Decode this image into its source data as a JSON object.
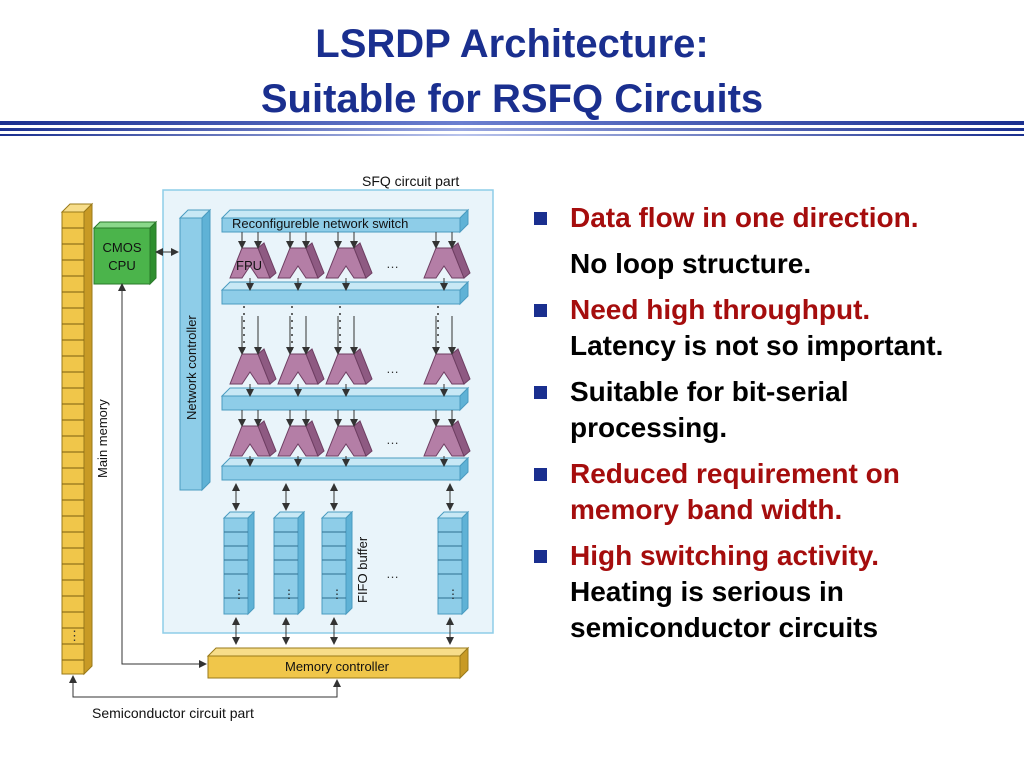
{
  "title": {
    "line1": "LSRDP Architecture:",
    "line2": "Suitable for RSFQ Circuits"
  },
  "diagram": {
    "sfq_label": "SFQ circuit part",
    "network_switch": "Reconfigureble network switch",
    "fpu": "FPU",
    "cmos_line1": "CMOS",
    "cmos_line2": "CPU",
    "network_controller": "Network controller",
    "main_memory": "Main memory",
    "fifo_buffer": "FIFO buffer",
    "memory_controller": "Memory controller",
    "semiconductor_label": "Semiconductor circuit part",
    "ellipsis": "…",
    "vdots": "⋮"
  },
  "bullets": [
    {
      "red": "Data flow in one direction.",
      "black": ""
    },
    {
      "red": "Need high throughput.",
      "black": "Latency is not so important."
    },
    {
      "red": "",
      "black": "Suitable for bit-serial processing."
    },
    {
      "red": "Reduced requirement on memory band width.",
      "black": ""
    },
    {
      "red": "High switching activity.",
      "black": "Heating is serious in semiconductor circuits"
    }
  ],
  "sub_note": "No loop structure.",
  "colors": {
    "title": "#1a2f8f",
    "red_text": "#a50d0d",
    "bullet_square": "#1a2f8f",
    "sfq_panel": "#e9f4fa",
    "bus": "#8ecde8",
    "memory": "#f0c64a",
    "cmos": "#4bb44b",
    "fpu": "#b47ea6"
  }
}
